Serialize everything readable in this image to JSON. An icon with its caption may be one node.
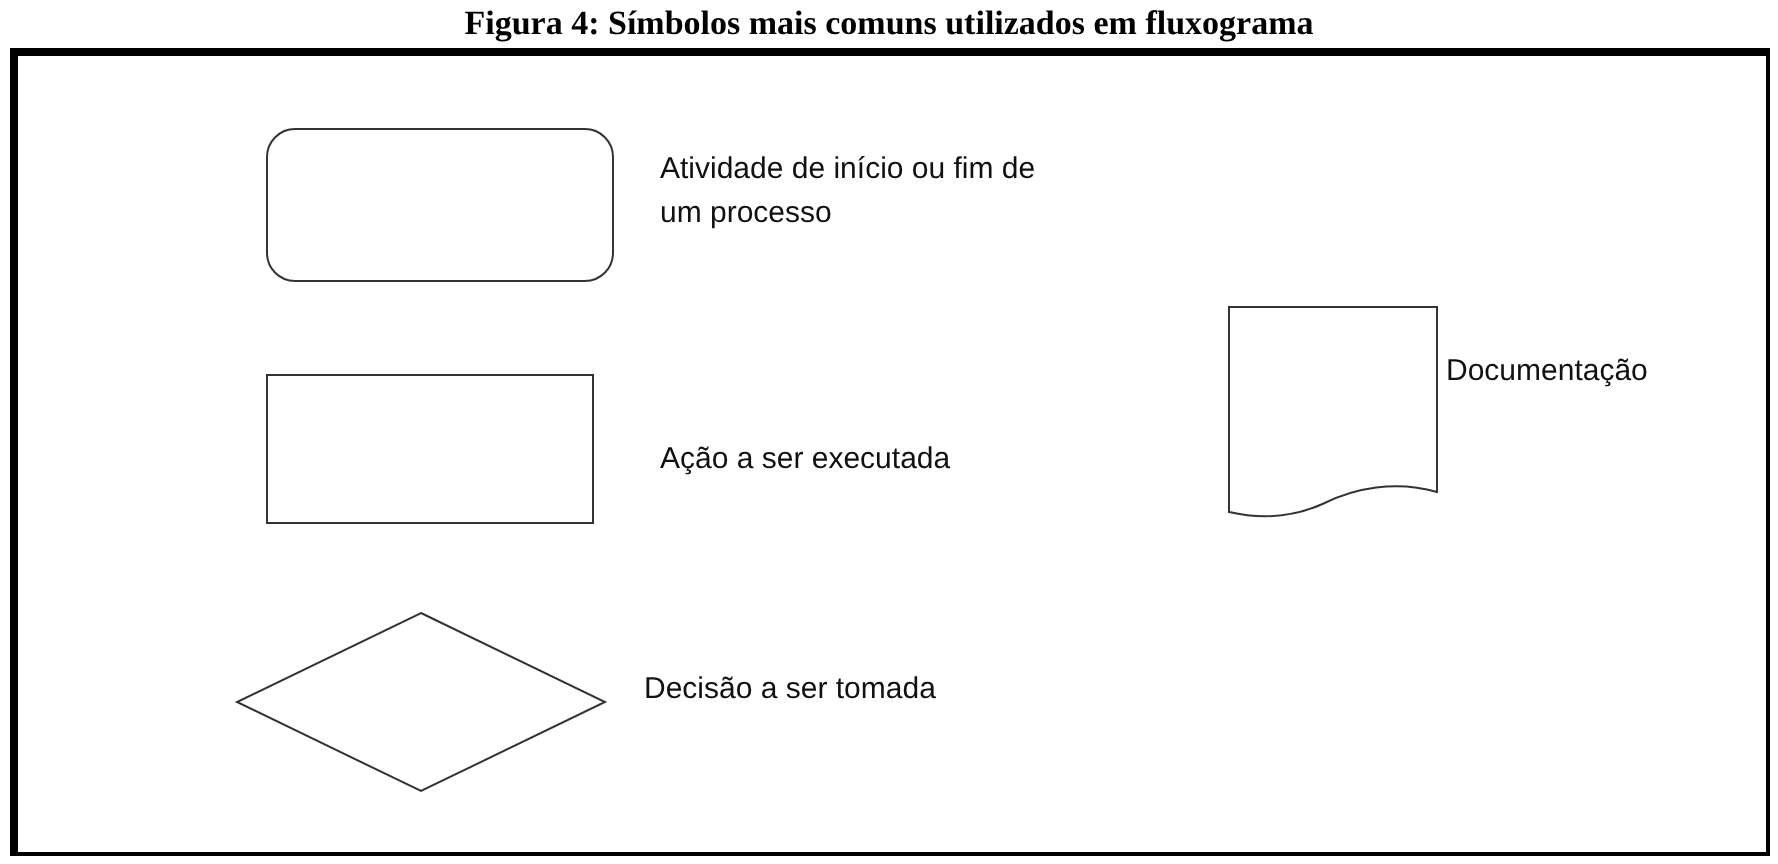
{
  "diagram": {
    "title": "Figura 4: Símbolos mais comuns utilizados em fluxograma",
    "nodes": [
      {
        "text": [],
        "shape": "terminal",
        "beside": [
          "Atividade de início ou fim de um processo"
        ]
      },
      {
        "text": [],
        "shape": "document",
        "beside": [
          "Documentação"
        ]
      },
      {
        "text": [],
        "shape": "box",
        "beside": [
          "Ação a ser executada"
        ]
      },
      {
        "text": [],
        "shape": "diamond",
        "beside": [
          "Decisão a ser tomada"
        ]
      }
    ]
  }
}
